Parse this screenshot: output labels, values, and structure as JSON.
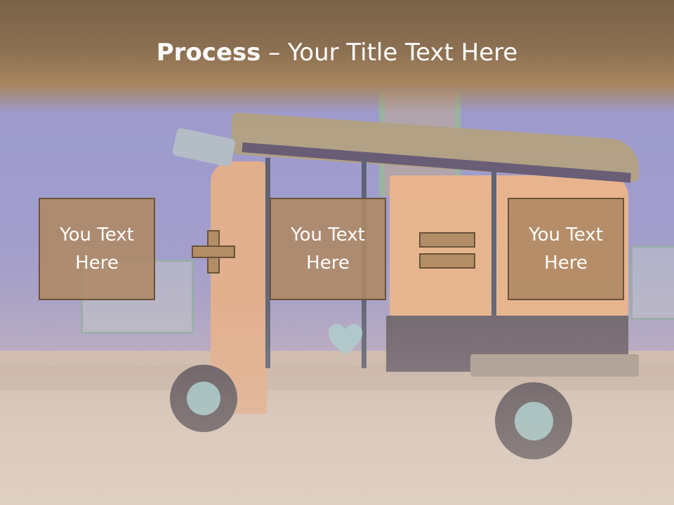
{
  "slide": {
    "title_bold": "Process",
    "title_rest": " – Your Title Text Here",
    "boxes": [
      {
        "line1": "You Text",
        "line2": "Here"
      },
      {
        "line1": "You Text",
        "line2": "Here"
      },
      {
        "line1": "You Text",
        "line2": "Here"
      }
    ],
    "operators": [
      "plus",
      "equals"
    ]
  },
  "colors": {
    "title_band": "#7a6248",
    "box_fill": "#ae8964",
    "box_border": "#6b5338",
    "text": "#ffffff"
  },
  "background": {
    "subject": "auto-rickshaw-photo"
  }
}
